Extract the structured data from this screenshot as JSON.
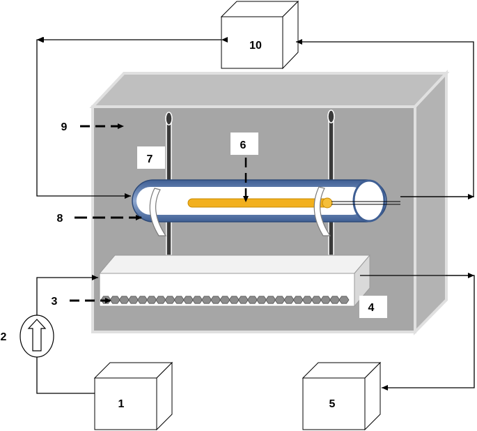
{
  "labels": {
    "n1": "1",
    "n2": "2",
    "n3": "3",
    "n4": "4",
    "n5": "5",
    "n6": "6",
    "n7": "7",
    "n8": "8",
    "n9": "9",
    "n10": "10"
  },
  "colors": {
    "chamber_front": "#a6a6a6",
    "chamber_side": "#bfbfbf",
    "chamber_edge": "#d9d9d9",
    "tube_outer": "#4a6fa5",
    "tube_inner": "#ffffff",
    "sample_rod": "#f2b01e",
    "box_fill": "#ffffff",
    "box_shade": "#e6e6e6",
    "line": "#000000"
  }
}
